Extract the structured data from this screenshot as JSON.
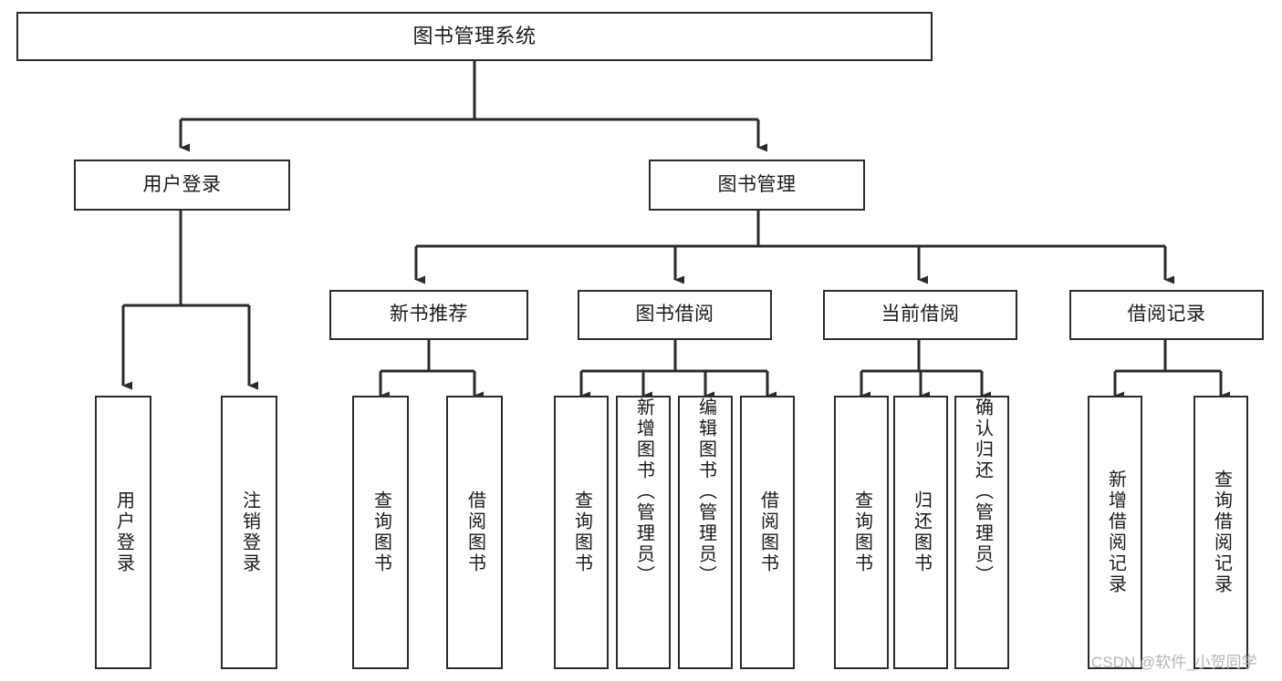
{
  "diagram": {
    "title": "图书管理系统",
    "watermark": "CSDN @软件_小贺同学",
    "style": {
      "background": "#ffffff",
      "box_border": "#2b2b2b",
      "box_fill": "#ffffff",
      "text_color": "#1a1a1a",
      "connector_color": "#2b2b2b",
      "watermark_color": "#b6b6b6"
    },
    "root": {
      "label": "图书管理系统"
    },
    "level2": [
      {
        "label": "用户登录"
      },
      {
        "label": "图书管理"
      }
    ],
    "level3": [
      {
        "label": "新书推荐"
      },
      {
        "label": "图书借阅"
      },
      {
        "label": "当前借阅"
      },
      {
        "label": "借阅记录"
      }
    ],
    "leaves": {
      "user_login": [
        {
          "label": "用户登录"
        },
        {
          "label": "注销登录"
        }
      ],
      "new_book_recommend": [
        {
          "label": "查询图书"
        },
        {
          "label": "借阅图书"
        }
      ],
      "book_borrow": [
        {
          "label": "查询图书"
        },
        {
          "label": "新增图书（管理员）"
        },
        {
          "label": "编辑图书（管理员）"
        },
        {
          "label": "借阅图书"
        }
      ],
      "current_borrow": [
        {
          "label": "查询图书"
        },
        {
          "label": "归还图书"
        },
        {
          "label": "确认归还（管理员）"
        }
      ],
      "borrow_record": [
        {
          "label": "新增借阅记录"
        },
        {
          "label": "查询借阅记录"
        }
      ]
    }
  }
}
